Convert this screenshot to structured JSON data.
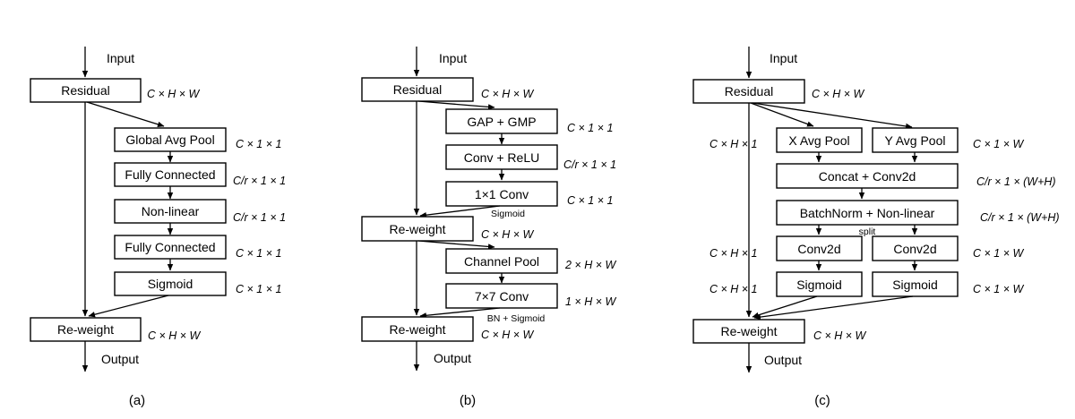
{
  "panels": {
    "a": {
      "caption": "(a)",
      "input": "Input",
      "output": "Output",
      "residual": "Residual",
      "residual_dim": "C × H × W",
      "gap": "Global Avg Pool",
      "gap_dim": "C × 1 × 1",
      "fc1": "Fully Connected",
      "fc1_dim": "C/r × 1 × 1",
      "nonlinear": "Non-linear",
      "nonlinear_dim": "C/r × 1 × 1",
      "fc2": "Fully Connected",
      "fc2_dim": "C × 1 × 1",
      "sigmoid": "Sigmoid",
      "sigmoid_dim": "C × 1 × 1",
      "reweight": "Re-weight",
      "reweight_dim": "C × H × W"
    },
    "b": {
      "caption": "(b)",
      "input": "Input",
      "output": "Output",
      "residual": "Residual",
      "residual_dim": "C × H × W",
      "gapgmp": "GAP + GMP",
      "gapgmp_dim": "C × 1 × 1",
      "convrelu": "Conv + ReLU",
      "convrelu_dim": "C/r × 1 × 1",
      "conv1": "1×1 Conv",
      "conv1_dim": "C × 1 × 1",
      "sigmoid_note": "Sigmoid",
      "reweight1": "Re-weight",
      "reweight1_dim": "C × H × W",
      "chpool": "Channel Pool",
      "chpool_dim": "2 × H × W",
      "conv7": "7×7 Conv",
      "conv7_dim": "1 × H × W",
      "bn_note": "BN + Sigmoid",
      "reweight2": "Re-weight",
      "reweight2_dim": "C × H × W"
    },
    "c": {
      "caption": "(c)",
      "input": "Input",
      "output": "Output",
      "residual": "Residual",
      "residual_dim": "C × H × W",
      "xpool": "X Avg Pool",
      "ypool": "Y Avg Pool",
      "left_dim1": "C × H × 1",
      "right_dim1": "C × 1 × W",
      "concat": "Concat + Conv2d",
      "concat_dim": "C/r × 1 × (W+H)",
      "bn": "BatchNorm + Non-linear",
      "bn_dim": "C/r × 1 × (W+H)",
      "split_note": "split",
      "conv_left": "Conv2d",
      "conv_right": "Conv2d",
      "left_dim2": "C × H × 1",
      "right_dim2": "C × 1 × W",
      "sig_left": "Sigmoid",
      "sig_right": "Sigmoid",
      "left_dim3": "C × H × 1",
      "right_dim3": "C × 1 × W",
      "reweight": "Re-weight",
      "reweight_dim": "C × H × W"
    }
  }
}
